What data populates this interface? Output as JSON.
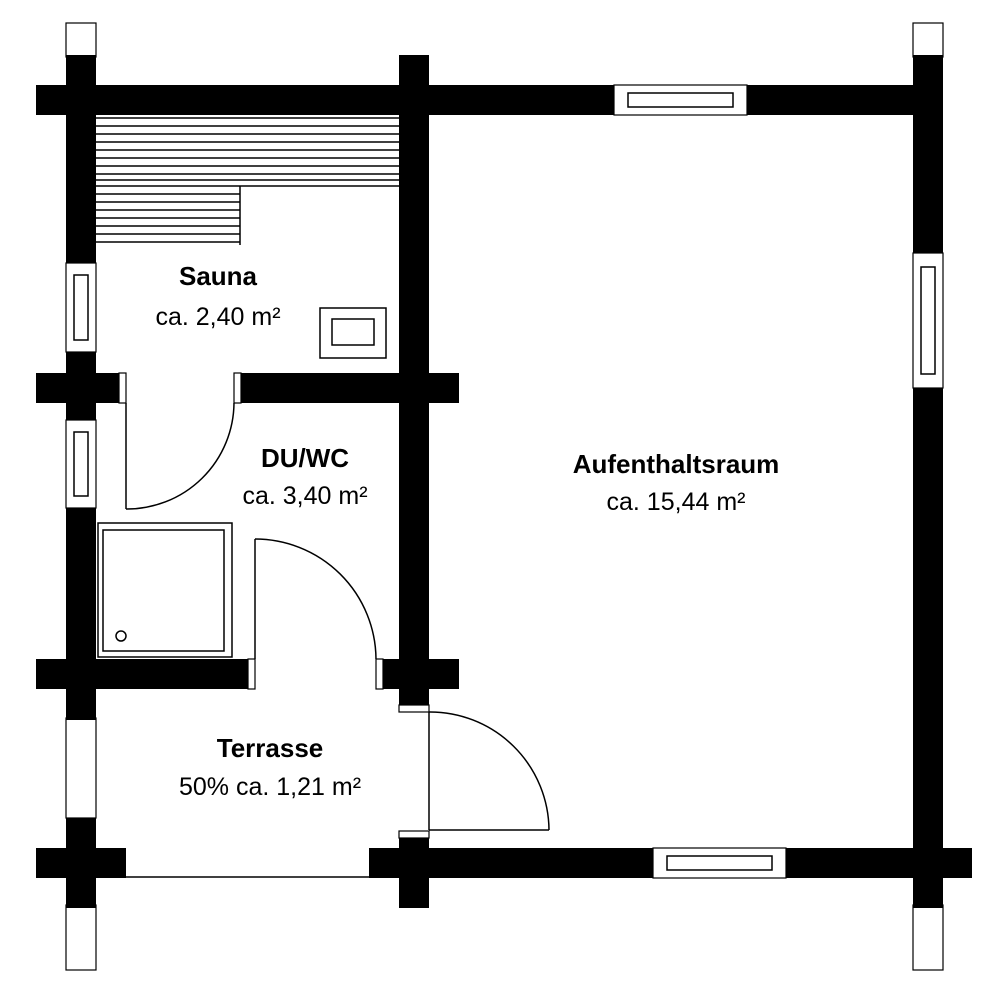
{
  "rooms": {
    "sauna": {
      "name": "Sauna",
      "area": "ca. 2,40 m²"
    },
    "duwc": {
      "name": "DU/WC",
      "area": "ca. 3,40 m²"
    },
    "aufenthalt": {
      "name": "Aufenthaltsraum",
      "area": "ca. 15,44 m²"
    },
    "terrasse": {
      "name": "Terrasse",
      "area": "50% ca. 1,21 m²"
    }
  },
  "colors": {
    "wall": "#000000",
    "background": "#ffffff"
  }
}
